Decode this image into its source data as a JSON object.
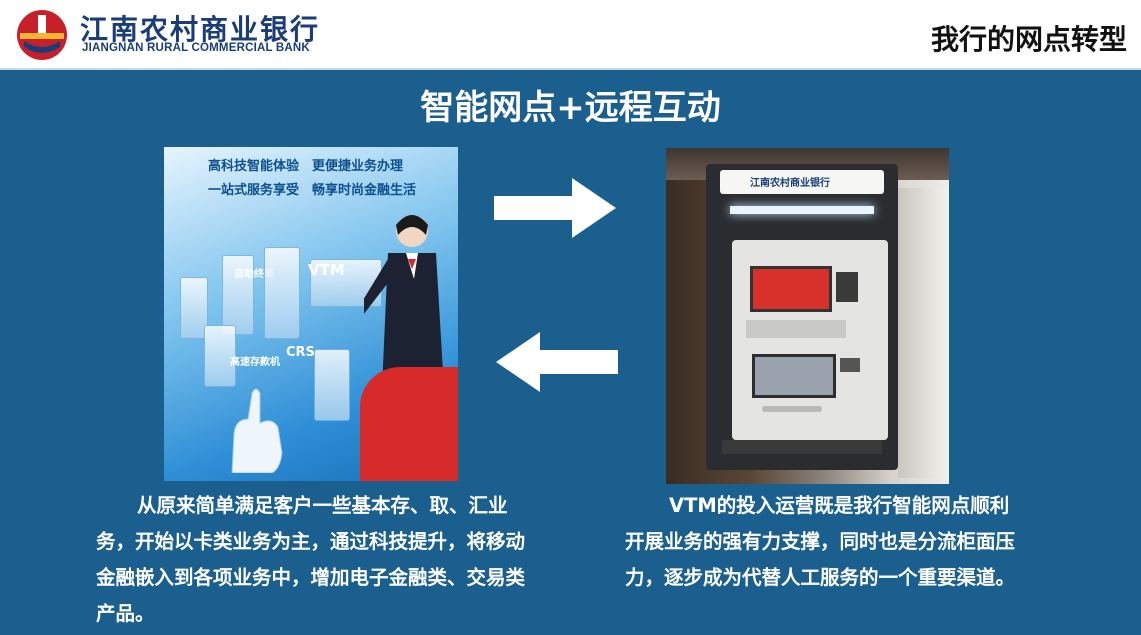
{
  "header": {
    "bank_name_cn": "江南农村商业银行",
    "bank_name_en": "JIANGNAN RURAL COMMERCIAL BANK",
    "page_title": "我行的网点转型"
  },
  "slide": {
    "title": "智能网点+远程互动"
  },
  "left_image": {
    "caption_line1": "高科技智能体验　更便捷业务办理",
    "caption_line2": "一站式服务享受　畅享时尚金融生活",
    "kiosk_labels": [
      "VTM",
      "CRS",
      "自助终端",
      "高速存款机"
    ]
  },
  "right_image": {
    "machine_brand": "江南农村商业银行"
  },
  "text": {
    "left": "从原来简单满足客户一些基本存、取、汇业务，开始以卡类业务为主，通过科技提升，将移动金融嵌入到各项业务中，增加电子金融类、交易类产品。",
    "right": "VTM的投入运营既是我行智能网点顺利开展业务的强有力支撑，同时也是分流柜面压力，逐步成为代替人工服务的一个重要渠道。"
  },
  "colors": {
    "background": "#1b5f8f",
    "header_bg": "#ffffff",
    "brand_red": "#c8202a",
    "brand_navy": "#1a3d7a"
  },
  "icons": [
    "bank-logo-icon",
    "arrow-right-icon",
    "arrow-left-icon"
  ]
}
